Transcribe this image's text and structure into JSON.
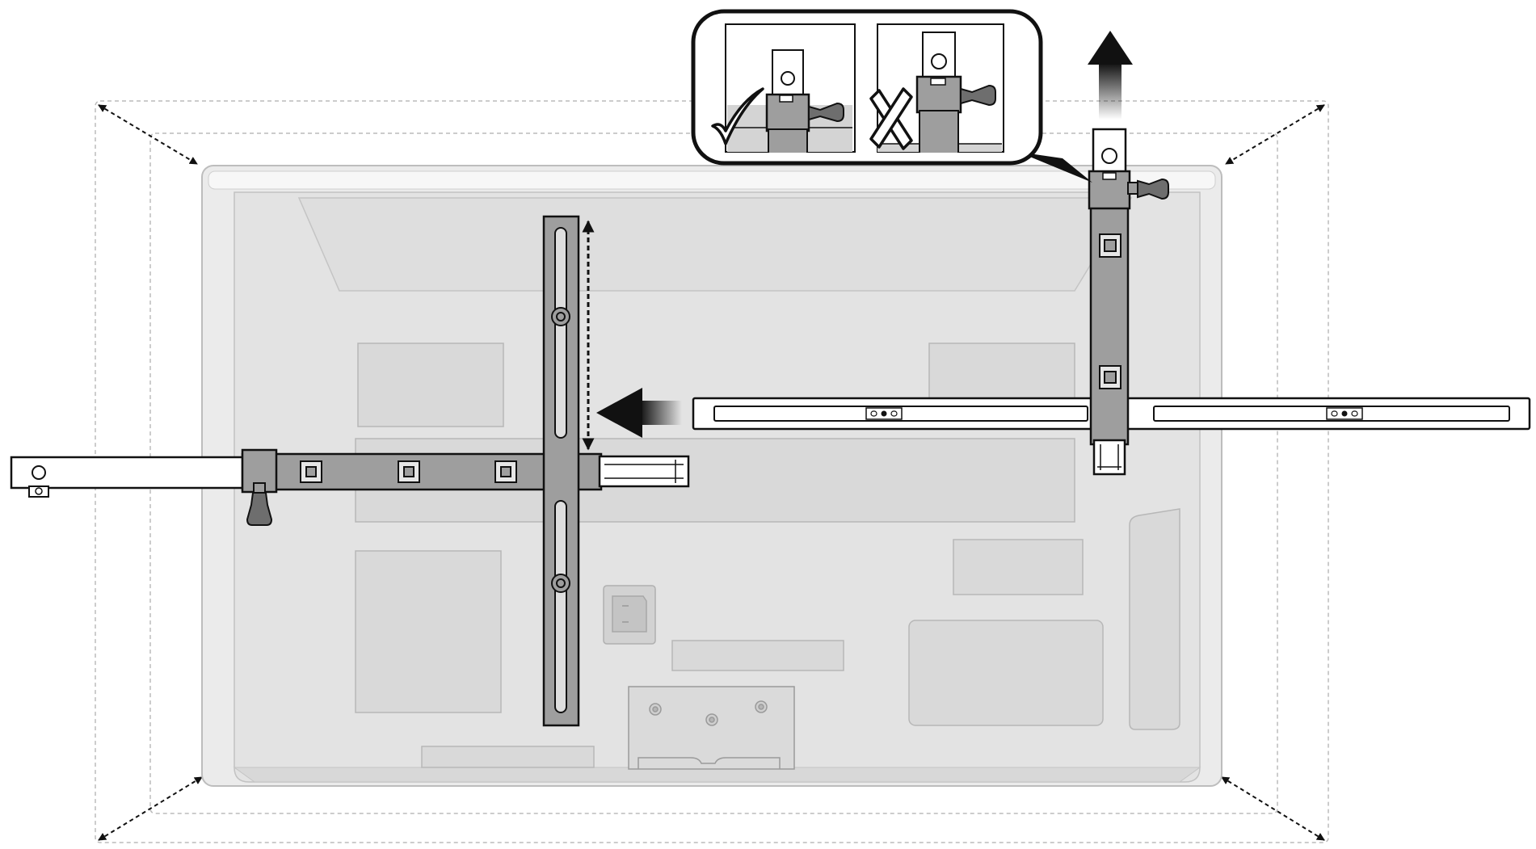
{
  "figure": {
    "kind": "assembly-instruction-illustration",
    "subject": "tv-back-panel-with-mounting-rails",
    "colors": {
      "background": "#ffffff",
      "tv_body": "#ebebeb",
      "tv_inner": "#e3e3e3",
      "tv_outline": "#bdbdbd",
      "panel_block": "#d9d9d9",
      "bracket_fill": "#9e9e9e",
      "bracket_stroke": "#111111",
      "rail_fill": "#ffffff",
      "arrow_dark": "#111111",
      "dashed_outline": "#bbbbbb"
    },
    "inset": {
      "correct_mark_icon": "check-mark-icon",
      "wrong_mark_icon": "x-mark-icon"
    },
    "arrows": {
      "slide_direction": "left",
      "lift_direction": "up",
      "vertical_adjust": "both-ways",
      "corner_adjust": "diagonal-both-ways"
    }
  }
}
